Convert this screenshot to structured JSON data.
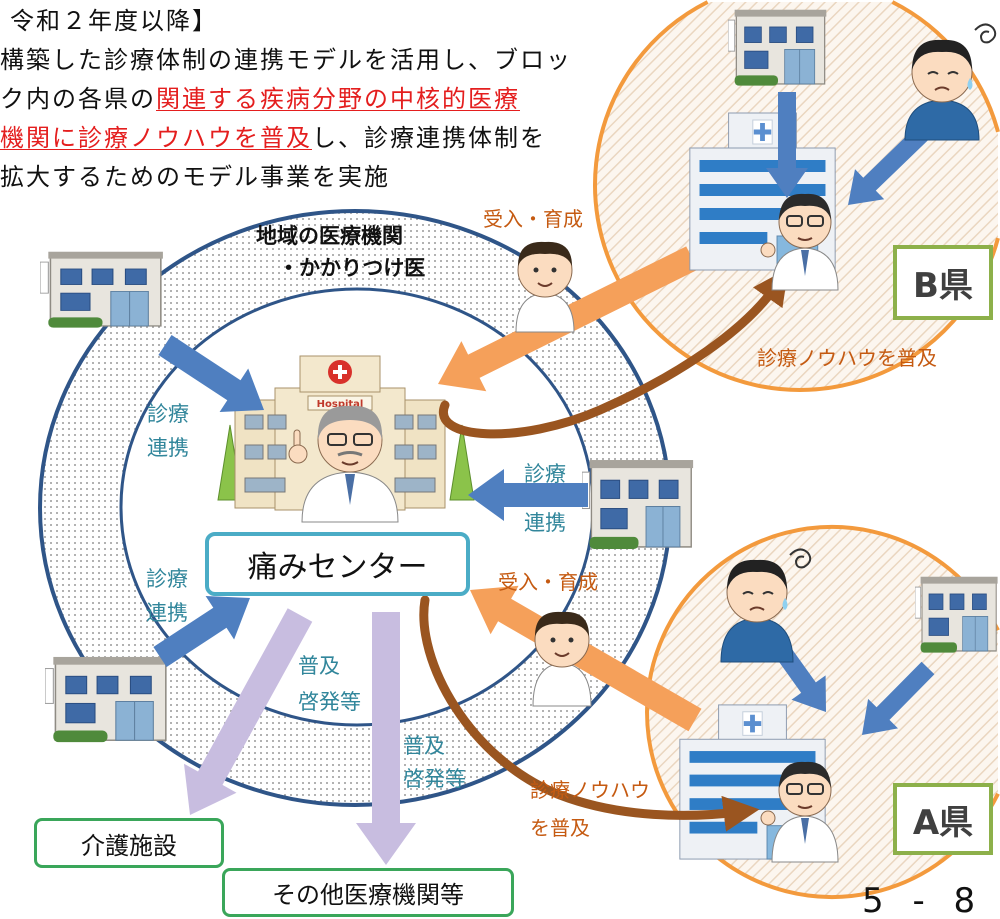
{
  "intro": {
    "heading": "令和２年度以降】",
    "line1": "構築した診療体制の連携モデルを活用し、ブロッ",
    "line2_lead": "ク内の各県の",
    "line2_highlight": "関連する疾病分野の中核的医療",
    "line3_highlight": "機関に診療ノウハウを普及",
    "line3_tail": "し、診療連携体制を",
    "line4": "拡大するためのモデル事業を実施"
  },
  "regional_ring": {
    "label_line1": "地域の医療機関",
    "label_line2": "・かかりつけ医"
  },
  "center": {
    "label": "痛みセンター",
    "hospital_sign": "Hospital"
  },
  "prefecture_b": {
    "label": "B県",
    "training": "受入・育成",
    "knowhow": "診療ノウハウを普及"
  },
  "prefecture_a": {
    "label": "A県",
    "training": "受入・育成",
    "knowhow_line1": "診療ノウハウ",
    "knowhow_line2": "を普及"
  },
  "cooperation": {
    "upper_left": [
      "診療",
      "連携"
    ],
    "right": [
      "診療",
      "連携"
    ],
    "lower_left": [
      "診療",
      "連携"
    ]
  },
  "outreach": {
    "first": [
      "普及",
      "啓発等"
    ],
    "second": [
      "普及",
      "啓発等"
    ]
  },
  "outputs": {
    "care_facility": "介護施設",
    "other_institutions": "その他医療機関等"
  },
  "page_number": "5 - 8",
  "illustrations": {
    "clinic": "clinic-icon",
    "hospital": "hospital-icon",
    "doctor": "doctor-icon",
    "patient": "worried-patient-icon",
    "trainee": "trainee-doctor-icon"
  },
  "colors": {
    "ring": "#2f5588",
    "prefecture_circle": "#f39a3d",
    "cooperation_text": "#31869b",
    "training_text": "#c55a11",
    "emphasis": "#e41e1e",
    "center_box": "#4bacc6",
    "output_box": "#3aa65a",
    "prefecture_box": "#8db04a",
    "blue_arrow": "#4f7fc0",
    "orange_arrow": "#f5a05a",
    "purple_arrow": "#c8bde0",
    "brown_arrow": "#9a5520"
  }
}
